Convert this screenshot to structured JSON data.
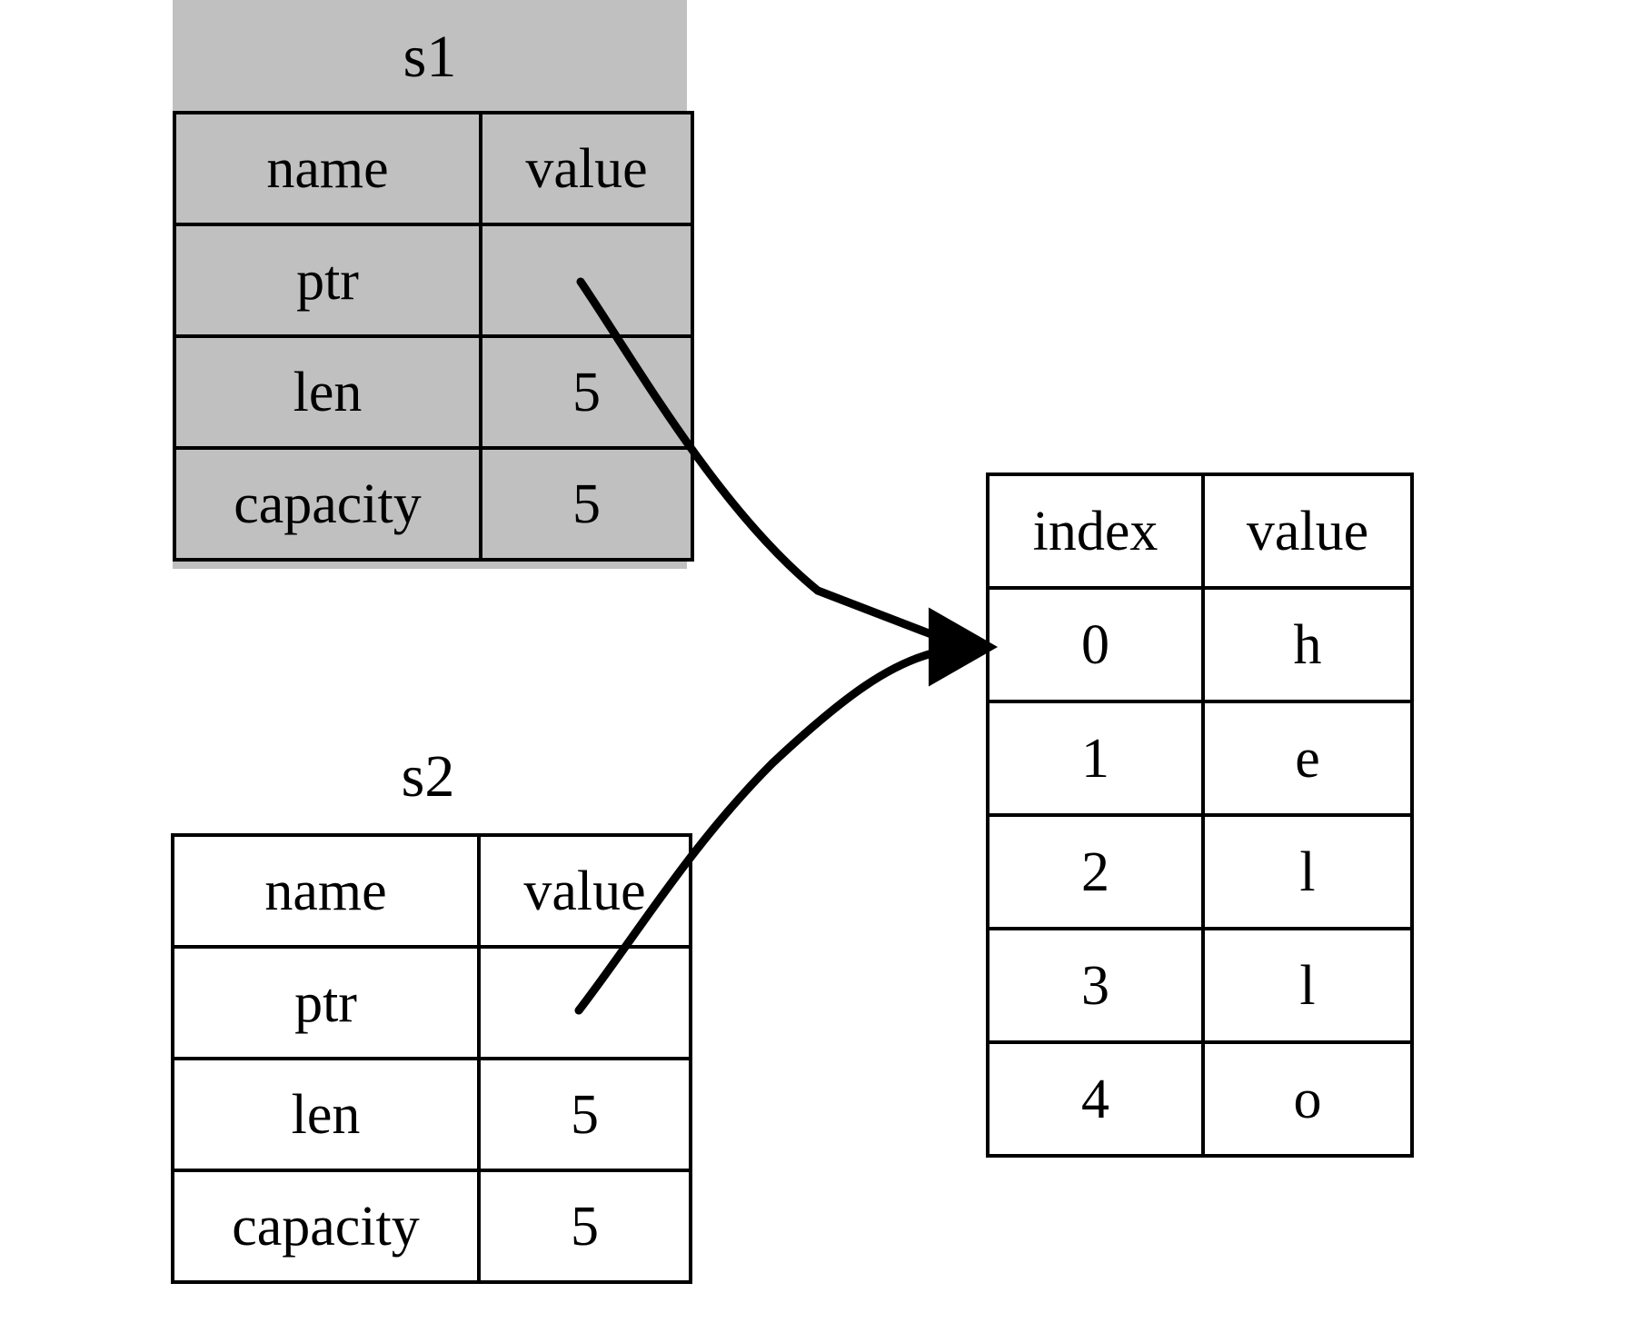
{
  "diagram": {
    "title": "",
    "background_color": "#ffffff",
    "shaded_color": "#c0c0c0",
    "line_color": "#000000"
  },
  "s1": {
    "label": "s1",
    "highlighted": true,
    "headers": {
      "name": "name",
      "value": "value"
    },
    "rows": [
      {
        "name": "ptr",
        "value": ""
      },
      {
        "name": "len",
        "value": "5"
      },
      {
        "name": "capacity",
        "value": "5"
      }
    ]
  },
  "s2": {
    "label": "s2",
    "highlighted": false,
    "headers": {
      "name": "name",
      "value": "value"
    },
    "rows": [
      {
        "name": "ptr",
        "value": ""
      },
      {
        "name": "len",
        "value": "5"
      },
      {
        "name": "capacity",
        "value": "5"
      }
    ]
  },
  "array": {
    "headers": {
      "index": "index",
      "value": "value"
    },
    "rows": [
      {
        "index": "0",
        "value": "h"
      },
      {
        "index": "1",
        "value": "e"
      },
      {
        "index": "2",
        "value": "l"
      },
      {
        "index": "3",
        "value": "l"
      },
      {
        "index": "4",
        "value": "o"
      }
    ]
  },
  "arrows": [
    {
      "from": "s1.ptr",
      "to": "array.row0",
      "style": "curved-solid-arrowhead"
    },
    {
      "from": "s2.ptr",
      "to": "array.row0",
      "style": "curved-solid-arrowhead"
    }
  ]
}
